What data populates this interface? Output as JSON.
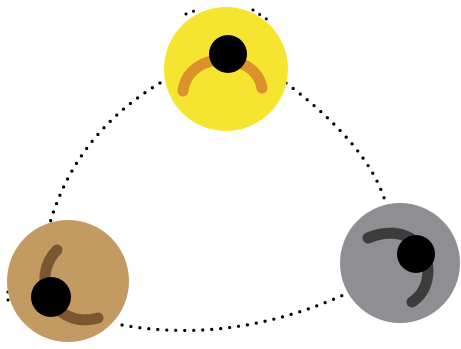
{
  "diagram": {
    "nodes": [
      {
        "id": "yellow",
        "fill": "#F5E530",
        "arc": "#DB922A",
        "dot": "#000000"
      },
      {
        "id": "gray",
        "fill": "#8E8E93",
        "arc": "#3C3C3C",
        "dot": "#000000"
      },
      {
        "id": "tan",
        "fill": "#C49A63",
        "arc": "#7A5731",
        "dot": "#000000"
      }
    ],
    "edges": [
      {
        "from": "yellow",
        "to": "gray",
        "style": "dotted",
        "color": "#000000"
      },
      {
        "from": "gray",
        "to": "tan",
        "style": "dotted",
        "color": "#000000"
      },
      {
        "from": "tan",
        "to": "yellow",
        "style": "dotted",
        "color": "#000000"
      }
    ]
  }
}
